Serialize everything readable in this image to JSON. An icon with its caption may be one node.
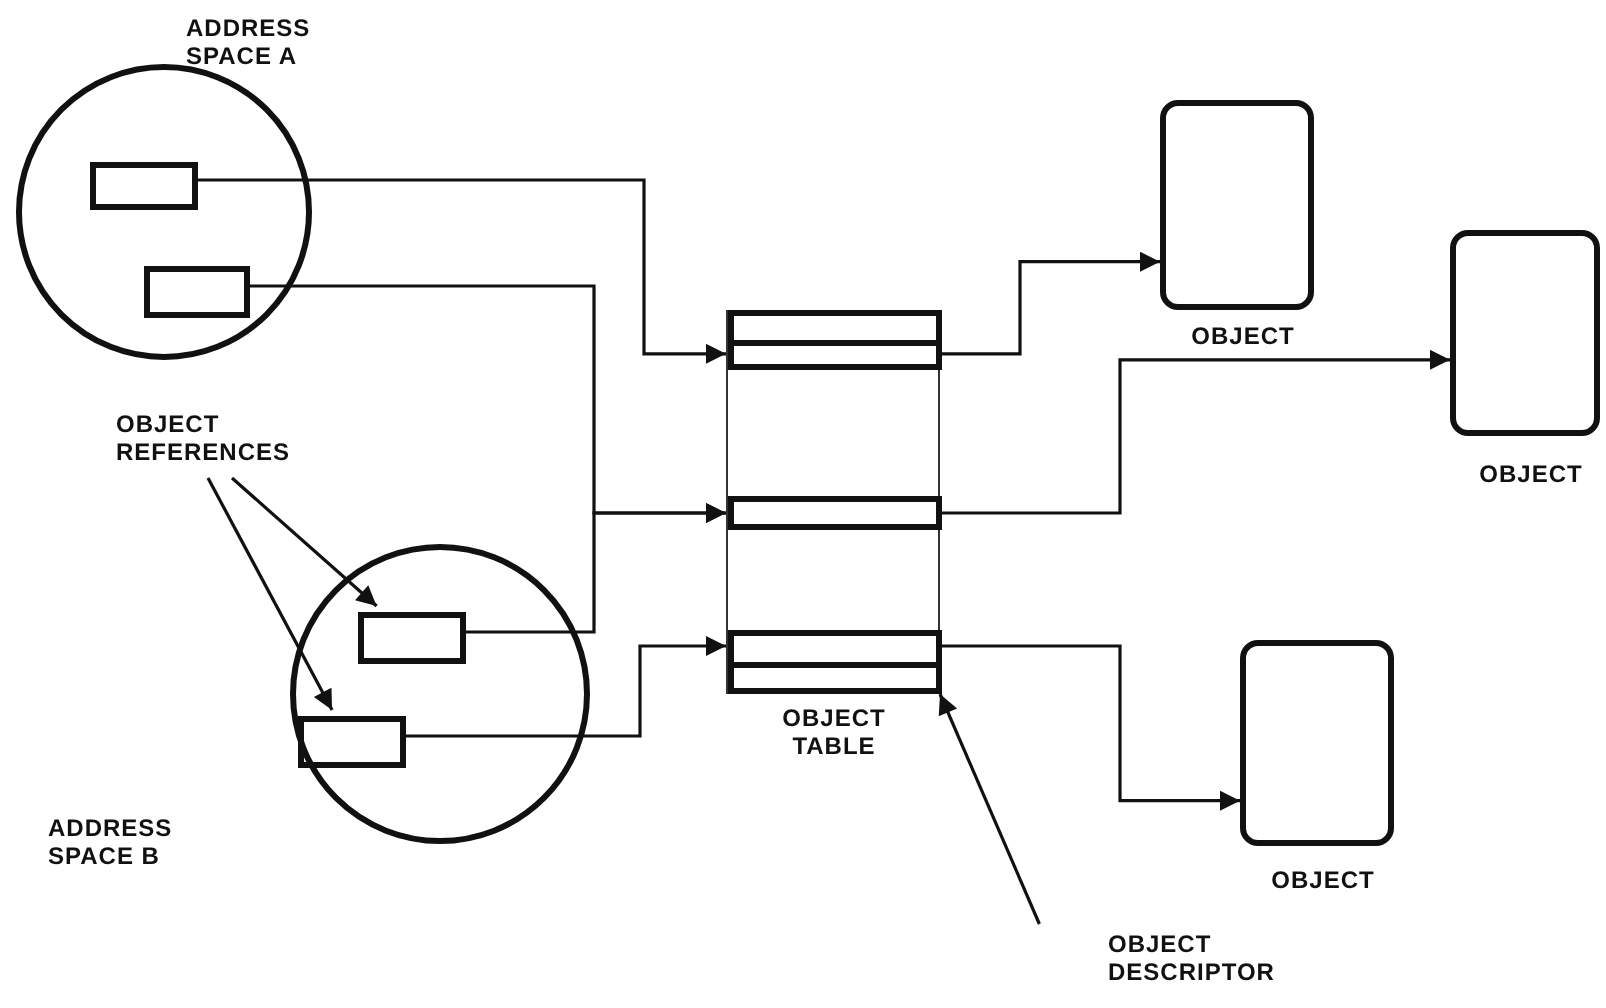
{
  "diagram": {
    "nodes": [
      {
        "text": [
          "ADDRESS SPACE A"
        ]
      },
      {
        "text": [],
        "shape": "box",
        "in": 0
      },
      {
        "text": [],
        "shape": "box",
        "in": 0
      },
      {
        "text": [
          "ADDRESS SPACE B"
        ]
      },
      {
        "text": [],
        "shape": "box",
        "in": 3
      },
      {
        "text": [],
        "shape": "box",
        "in": 3
      },
      {
        "text": [
          "OBJECT REFERENCES"
        ]
      },
      {
        "text": [
          "OBJECT TABLE"
        ]
      },
      {
        "text": [],
        "shape": "box",
        "in": 7
      },
      {
        "text": [],
        "shape": "box",
        "in": 7
      },
      {
        "text": [],
        "shape": "box",
        "in": 7
      },
      {
        "text": [
          "OBJECT"
        ]
      },
      {
        "text": [
          "OBJECT"
        ]
      },
      {
        "text": [
          "OBJECT"
        ]
      },
      {
        "text": [
          "OBJECT DESCRIPTOR"
        ]
      }
    ],
    "edges": [
      {
        "from": 1,
        "to": 8,
        "arrow": "to"
      },
      {
        "from": 2,
        "to": 9,
        "arrow": "to"
      },
      {
        "from": 4,
        "to": 9,
        "arrow": "to"
      },
      {
        "from": 5,
        "to": 10,
        "arrow": "to"
      },
      {
        "from": 8,
        "to": 11,
        "arrow": "to"
      },
      {
        "from": 9,
        "to": 12,
        "arrow": "to"
      },
      {
        "from": 10,
        "to": 13,
        "arrow": "to"
      },
      {
        "from": 6,
        "to": 4,
        "arrow": "to"
      },
      {
        "from": 6,
        "to": 5,
        "arrow": "to"
      },
      {
        "from": 14,
        "to": 10,
        "arrow": "to"
      }
    ]
  }
}
